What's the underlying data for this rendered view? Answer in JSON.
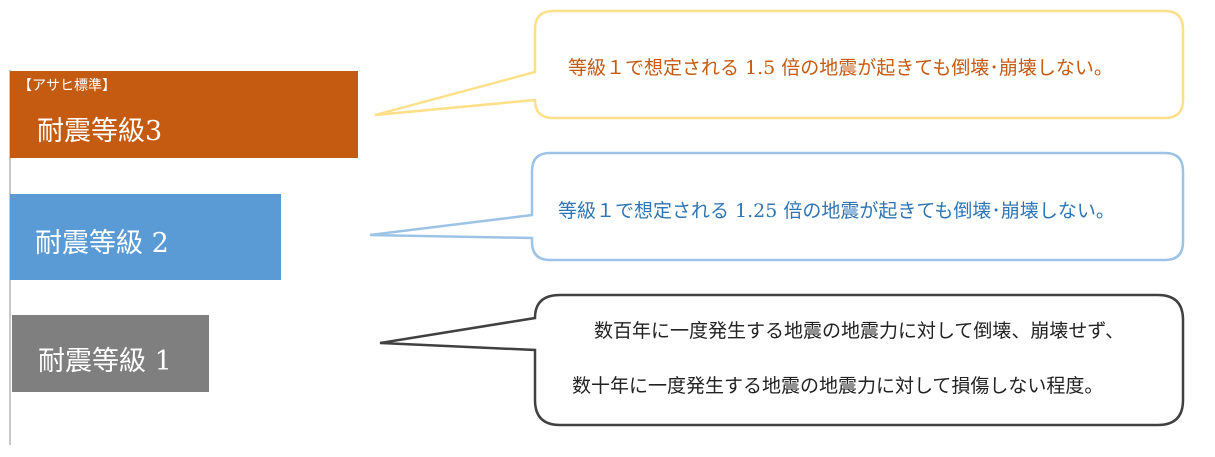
{
  "levels": [
    {
      "tag": "【アサヒ標準】",
      "label": "耐震等級3",
      "color": "#c55a11"
    },
    {
      "label": "耐震等級 2",
      "color": "#5b9bd5"
    },
    {
      "label": "耐震等級 1",
      "color": "#7f7f7f"
    }
  ],
  "callouts": [
    {
      "text": "等級１で想定される 1.5 倍の地震が起きても倒壊･崩壊しない。",
      "border": "#ffe08a",
      "color": "#c55a11"
    },
    {
      "text": "等級１で想定される 1.25 倍の地震が起きても倒壊･崩壊しない。",
      "border": "#9dc3e6",
      "color": "#2e75b6"
    },
    {
      "line1": "数百年に一度発生する地震の地震力に対して倒壊、崩壊せず、",
      "line2": "数十年に一度発生する地震の地震力に対して損傷しない程度。",
      "border": "#404040",
      "color": "#222222"
    }
  ]
}
